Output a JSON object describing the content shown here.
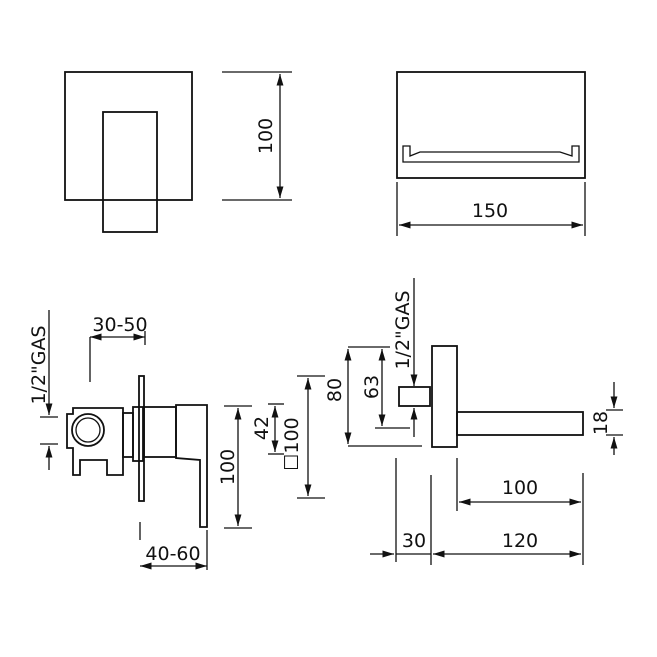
{
  "title": "Concealed mixer with spout – technical drawing",
  "colors": {
    "line": "#111111",
    "background": "#ffffff"
  },
  "dimensions": {
    "front_height": "100",
    "top_width": "150",
    "gas_left": "1/2\"GAS",
    "wall_depth": "30-50",
    "handle_projection": "40-60",
    "handle_height": "100",
    "offset_42": "42",
    "plate_square": "☐100",
    "right_80": "80",
    "right_63": "63",
    "gas_right": "1/2\"GAS",
    "spout_height": "18",
    "spout_length": "100",
    "wall_30": "30",
    "overall_120": "120"
  }
}
